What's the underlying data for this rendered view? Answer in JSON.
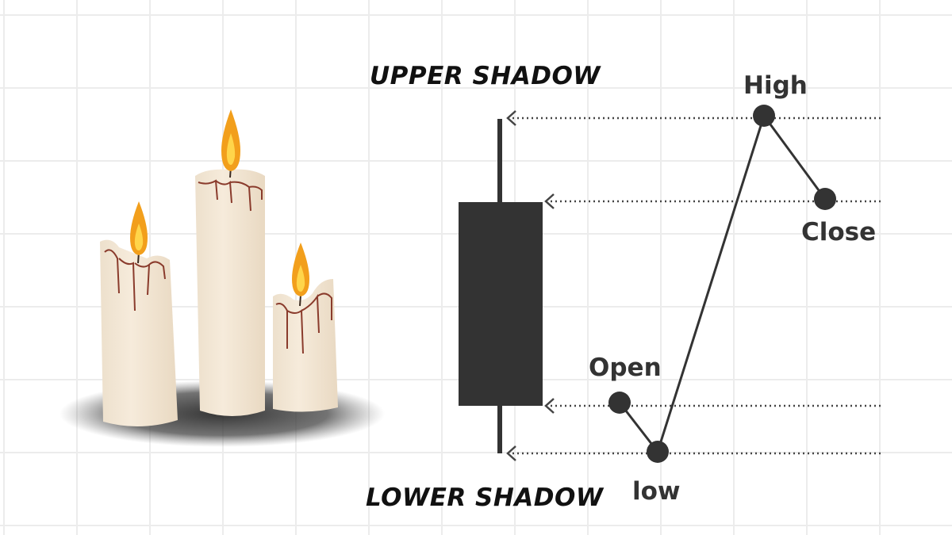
{
  "labels": {
    "upper_shadow": "UPPER SHADOW",
    "lower_shadow": "LOWER SHADOW",
    "high": "High",
    "close": "Close",
    "open": "Open",
    "low": "low"
  },
  "colors": {
    "candle_body": "#333333",
    "wax": "#f3e5d2",
    "drip": "#8a3b2c",
    "flame_outer": "#f29f1c",
    "flame_inner": "#ffd54a",
    "guide_line": "#444444"
  },
  "icons": {
    "illustration": "three-candles-illustration",
    "arrow": "dotted-arrow-left-icon"
  }
}
